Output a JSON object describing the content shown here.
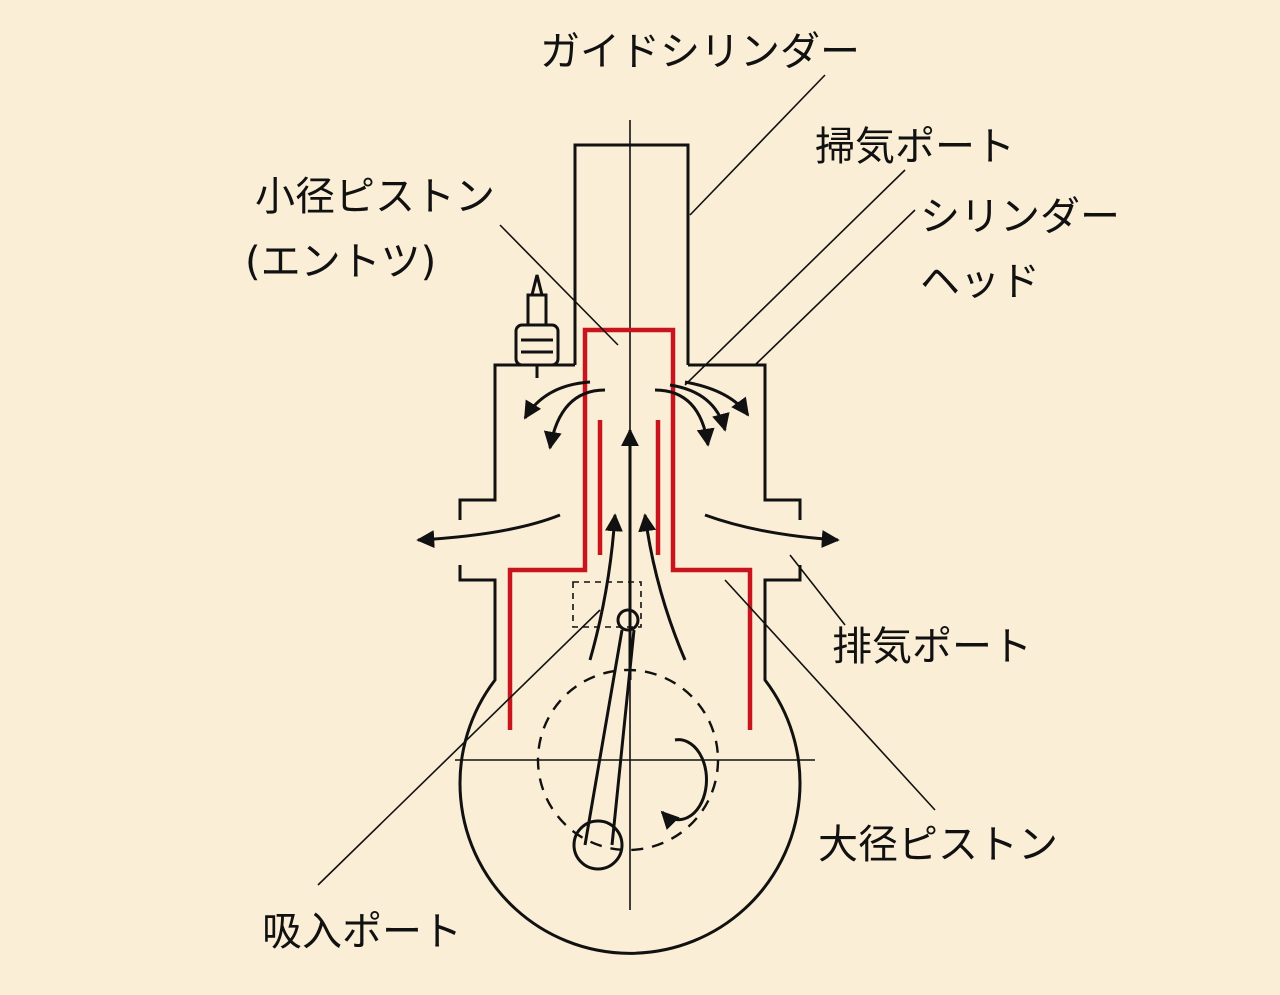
{
  "labels": {
    "guide_cylinder": "ガイドシリンダー",
    "scavenge_port": "掃気ポート",
    "small_piston": "小径ピストン",
    "small_piston_note": "(エントツ)",
    "cylinder_head_line1": "シリンダー",
    "cylinder_head_line2": "ヘッド",
    "exhaust_port": "排気ポート",
    "large_piston": "大径ピストン",
    "intake_port": "吸入ポート"
  },
  "colors": {
    "background": "#fbeed6",
    "ink": "#111111",
    "piston_outline": "#c8141c"
  }
}
